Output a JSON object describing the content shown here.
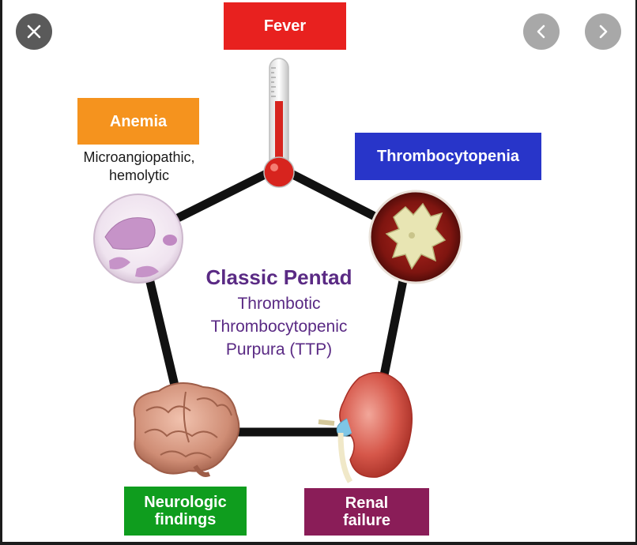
{
  "viewer": {
    "close_icon": "close-icon",
    "prev_icon": "chevron-left-icon",
    "next_icon": "chevron-right-icon"
  },
  "diagram": {
    "center": {
      "title": "Classic Pentad",
      "line1": "Thrombotic",
      "line2": "Thrombocytopenic",
      "line3": "Purpura (TTP)"
    },
    "nodes": {
      "fever": {
        "label": "Fever",
        "color": "#e8211f"
      },
      "anemia": {
        "label": "Anemia",
        "caption": "Microangiopathic,\nhemolytic",
        "color": "#f5931e"
      },
      "thrombocytopenia": {
        "label": "Thrombocytopenia",
        "color": "#2835c9"
      },
      "neurologic": {
        "label": "Neurologic\nfindings",
        "color": "#0f9d1e"
      },
      "renal": {
        "label": "Renal\nfailure",
        "color": "#8a1d58"
      }
    },
    "colors": {
      "center_text": "#5a2a84",
      "pentagon_stroke": "#111111"
    }
  }
}
